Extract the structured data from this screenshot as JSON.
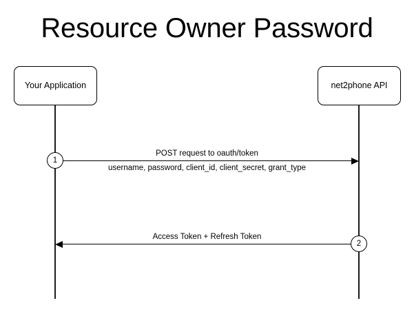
{
  "diagram": {
    "title": "Resource Owner Password",
    "type": "sequence-diagram",
    "background_color": "#ffffff",
    "line_color": "#000000",
    "participants": [
      {
        "id": "client",
        "label": "Your Application",
        "side": "left"
      },
      {
        "id": "api",
        "label": "net2phone API",
        "side": "right"
      }
    ],
    "messages": [
      {
        "step": "1",
        "direction": "right",
        "from": "client",
        "to": "api",
        "label_above": "POST request to oauth/token",
        "label_below": "username, password, client_id, client_secret, grant_type",
        "marker_on": "client"
      },
      {
        "step": "2",
        "direction": "left",
        "from": "api",
        "to": "client",
        "label_above": "Access Token + Refresh Token",
        "label_below": "",
        "marker_on": "api"
      }
    ]
  }
}
